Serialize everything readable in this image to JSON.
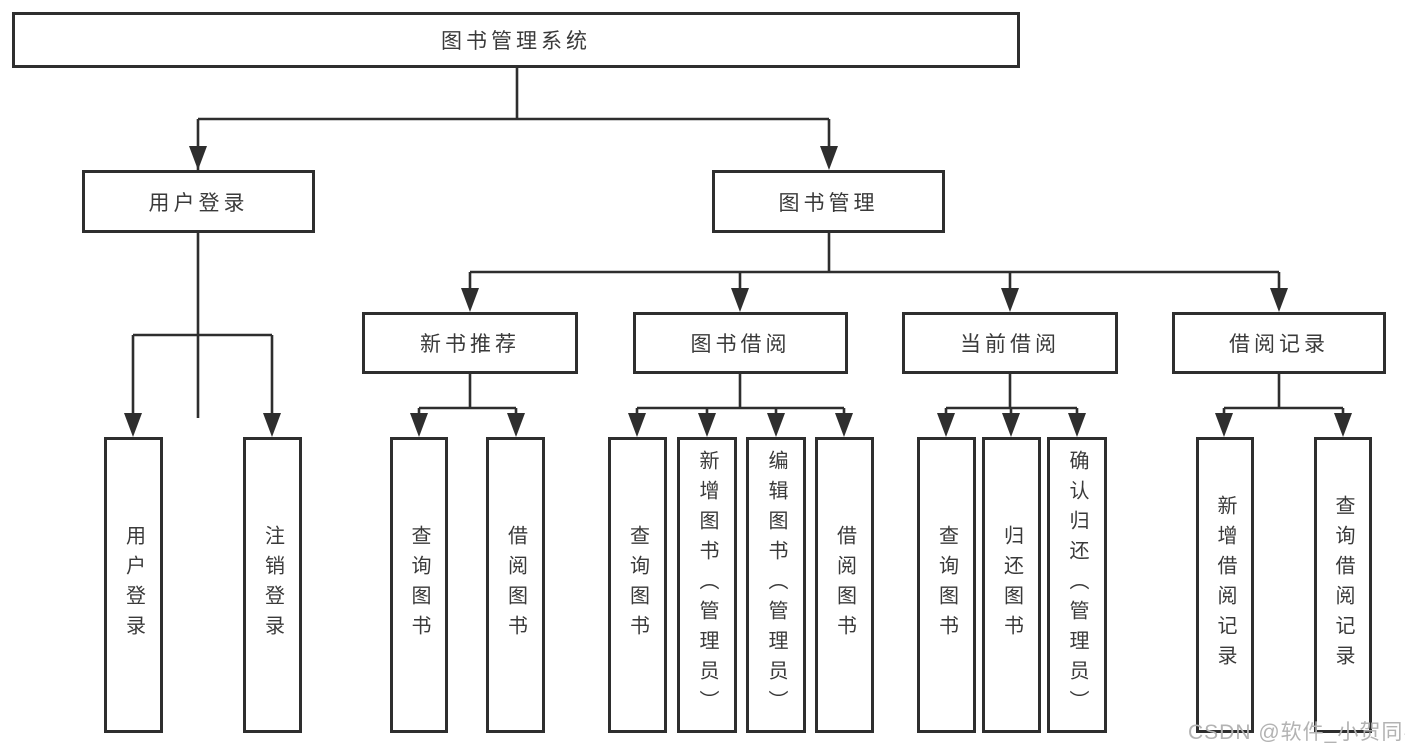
{
  "diagram": {
    "root": "图书管理系统",
    "branches": [
      {
        "label": "用户登录",
        "children": [
          "用户登录",
          "注销登录"
        ]
      },
      {
        "label": "图书管理",
        "sections": [
          {
            "label": "新书推荐",
            "children": [
              "查询图书",
              "借阅图书"
            ]
          },
          {
            "label": "图书借阅",
            "children": [
              "查询图书",
              "新增图书（管理员）",
              "编辑图书（管理员）",
              "借阅图书"
            ]
          },
          {
            "label": "当前借阅",
            "children": [
              "查询图书",
              "归还图书",
              "确认归还（管理员）"
            ]
          },
          {
            "label": "借阅记录",
            "children": [
              "新增借阅记录",
              "查询借阅记录"
            ]
          }
        ]
      }
    ],
    "watermark": "CSDN @软件_小贺同学",
    "colors": {
      "line": "#2e2e2e",
      "text": "#3a3a3a",
      "background": "#ffffff",
      "watermark": "#b3b3b3"
    }
  }
}
